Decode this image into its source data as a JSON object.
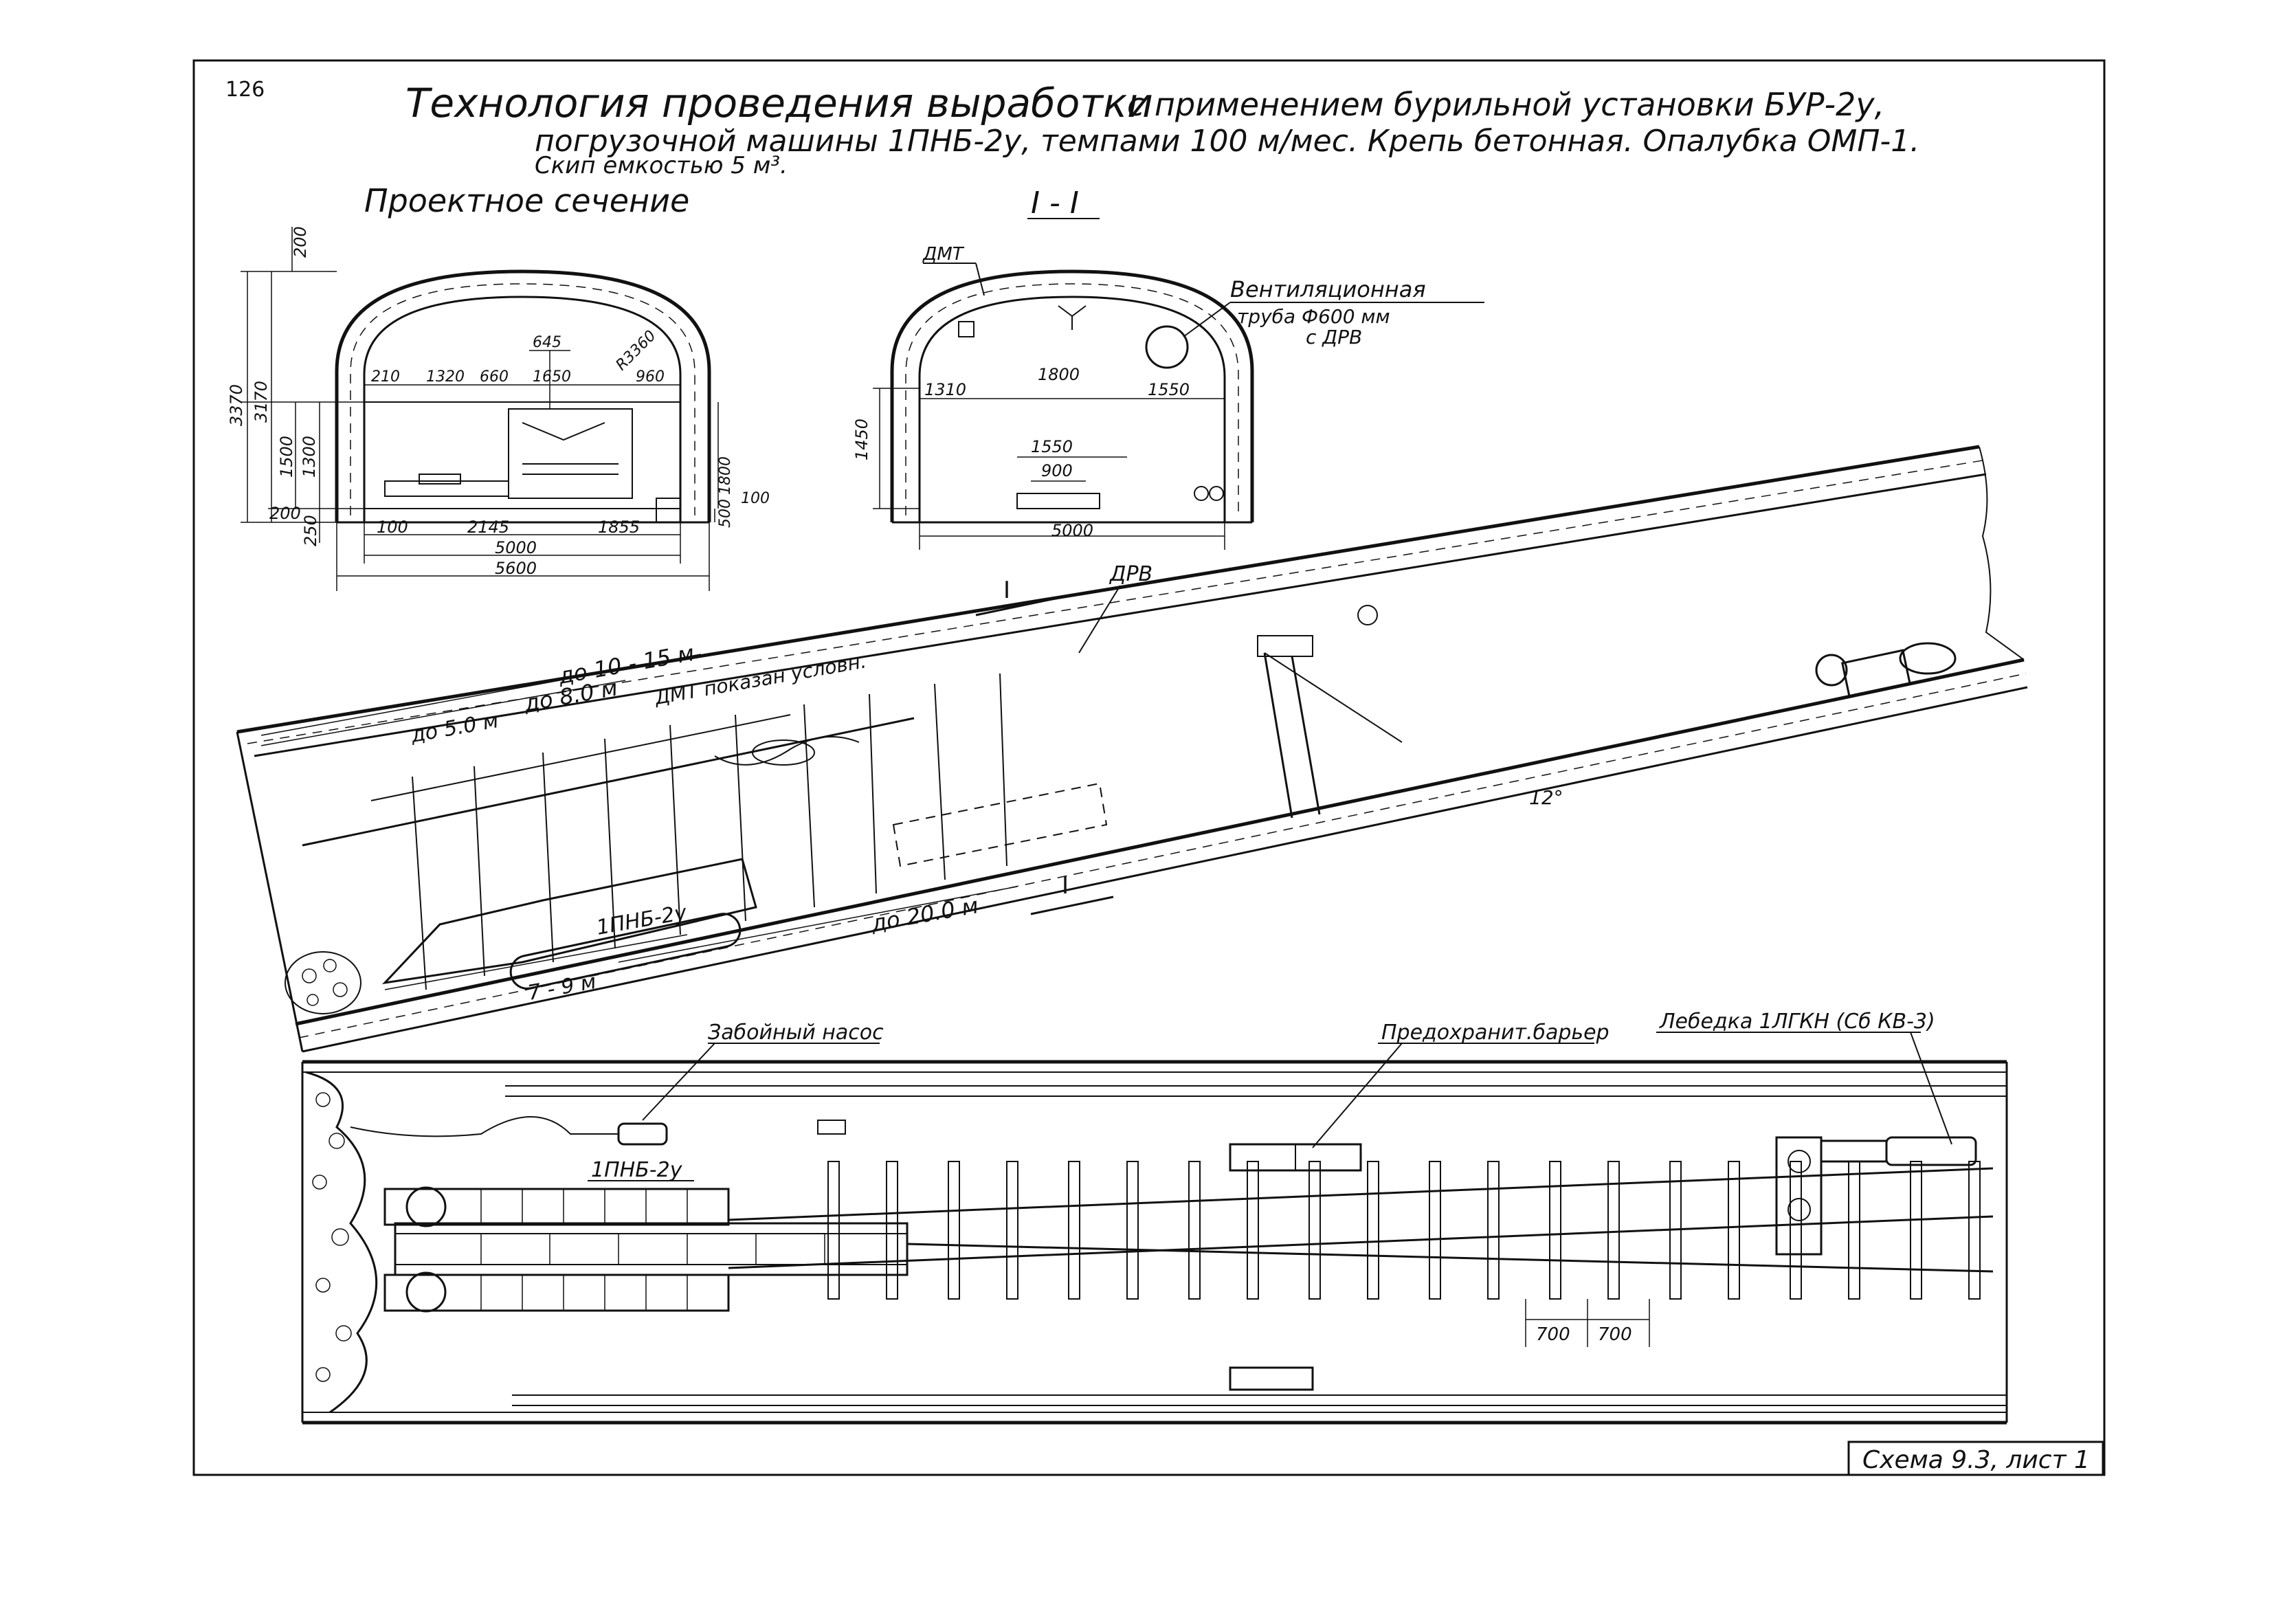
{
  "page_number": "126",
  "title": {
    "line1_bold": "Технология проведения выработки",
    "line1_rest": "с применением бурильной установки БУР-2у,",
    "line2": "погрузочной машины 1ПНБ-2у, темпами 100 м/мес. Крепь бетонная. Опалубка ОМП-1.",
    "line3": "Скип емкостью 5 м³."
  },
  "section_left": {
    "heading": "Проектное сечение",
    "dims": {
      "d200top": "200",
      "d3370": "3370",
      "d3170": "3170",
      "d1500": "1500",
      "d1300": "1300",
      "d200": "200",
      "d250": "250",
      "d210": "210",
      "d1320": "1320",
      "d660": "660",
      "d645": "645",
      "d1650": "1650",
      "d960": "960",
      "radius": "R3360",
      "d1800": "1800",
      "d500": "500",
      "d100r": "100",
      "d100": "100",
      "d2145": "2145",
      "d1855": "1855",
      "d5000": "5000",
      "d5600": "5600"
    }
  },
  "section_right": {
    "heading": "I - I",
    "dmt": "ДМТ",
    "vent_line1": "Вентиляционная",
    "vent_line2": "труба Ф600 мм",
    "vent_line3": "с ДРВ",
    "dims": {
      "d1450": "1450",
      "d1310": "1310",
      "d1800": "1800",
      "d1550": "1550",
      "d1550b": "1550",
      "d900": "900",
      "d5000": "5000"
    }
  },
  "longitudinal": {
    "drv": "ДРВ",
    "sec_mark": "I",
    "d10_15": "до 10 - 15 м",
    "d8": "до 8.0 м",
    "dmt_note": "ДМТ показан условн.",
    "d5": "до 5.0 м",
    "machine": "1ПНБ-2у",
    "d7_9": "7 - 9 м",
    "d20": "до 20.0 м",
    "angle": "12°"
  },
  "plan": {
    "pump": "Забойный насос",
    "barrier": "Предохранит.барьер",
    "winch": "Лебедка 1ЛГКН (Сб КВ-3)",
    "machine": "1ПНБ-2у",
    "d700a": "700",
    "d700b": "700"
  },
  "stamp": "Схема 9.3, лист 1"
}
